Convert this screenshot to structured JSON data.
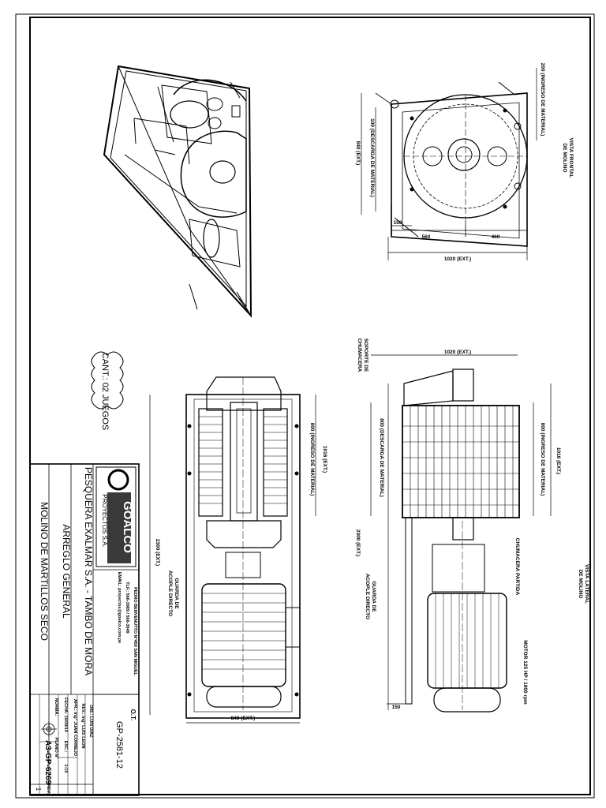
{
  "views": {
    "front": {
      "title_line1": "VISTA FRONTAL",
      "title_line2": "DE MOLINO",
      "dim_ingreso": "200 (INGRESO DE MATERIAL)",
      "dim_descarga": "100 (DESCARGA DE MATERIAL)",
      "dim_height": "840 (EXT.)",
      "dim_150": "150",
      "dim_560": "560",
      "dim_460": "460",
      "dim_width": "1020 (EXT.)"
    },
    "lateral": {
      "title_line1": "VISTA LATERAL",
      "title_line2": "DE MOLINO",
      "dim_top": "1020 (EXT.)",
      "soporte_line1": "SOPORTE DE",
      "soporte_line2": "CHUMACERA",
      "dim_descarga": "800 (DESCARGA DE MATERIAL)",
      "dim_ingreso": "800 (INGRESO DE MATERIAL)",
      "dim_1016": "1016 (EXT.)",
      "dim_2300": "2300 (EXT.)",
      "chumacera": "CHUMACERA PARTIDA",
      "guarda_line1": "GUARDA DE",
      "guarda_line2": "ACOPLE DIRECTO",
      "motor": "MOTOR 125 HP / 1800 rpm",
      "dim_150": "150"
    },
    "plan": {
      "dim_800": "800 (INGRESO DE MATERIAL)",
      "dim_1016": "1016 (EXT.)",
      "dim_2300": "2300 (EXT.)",
      "guarda_line1": "GUARDA DE",
      "guarda_line2": "ACOPLE DIRECTO",
      "dim_840": "840 (EXT.)"
    },
    "quantity": "CANT.: 02 JUEGOS"
  },
  "title_block": {
    "logo_text": "GOALCO",
    "logo_sub": "PROYECTOS S.A.",
    "address": "PEDRO BENVENUTTO N°450 SAN MIGUEL",
    "phone": "TLF.: 566-3989 / 566-3949",
    "email": "EMAIL: proyectos@goalco.com.pe",
    "client": "PESQUERA EXALMAR S.A. - TAMBO DE MORA",
    "drawing_title": "ARREGLO GENERAL",
    "equipment": "MOLINO DE MARTILLOS SECO",
    "ot_label": "O.T.",
    "ot_value": "GP-2581-12",
    "dib": "DIB.: LUIS DIAZ",
    "rev_by": "REV.: Ing° LUIS LEON",
    "apr": "APR.: Ing° JUAN CORNEJO",
    "fecha": "FECHA: 15/09/10",
    "esc_label": "ESC.:",
    "esc_value": "1:15",
    "norma": "NORMA:",
    "plano_label": "PLANO N°",
    "plano_value": "A3-GP-6269",
    "rev_label": "REV.",
    "rev_value": "1"
  }
}
